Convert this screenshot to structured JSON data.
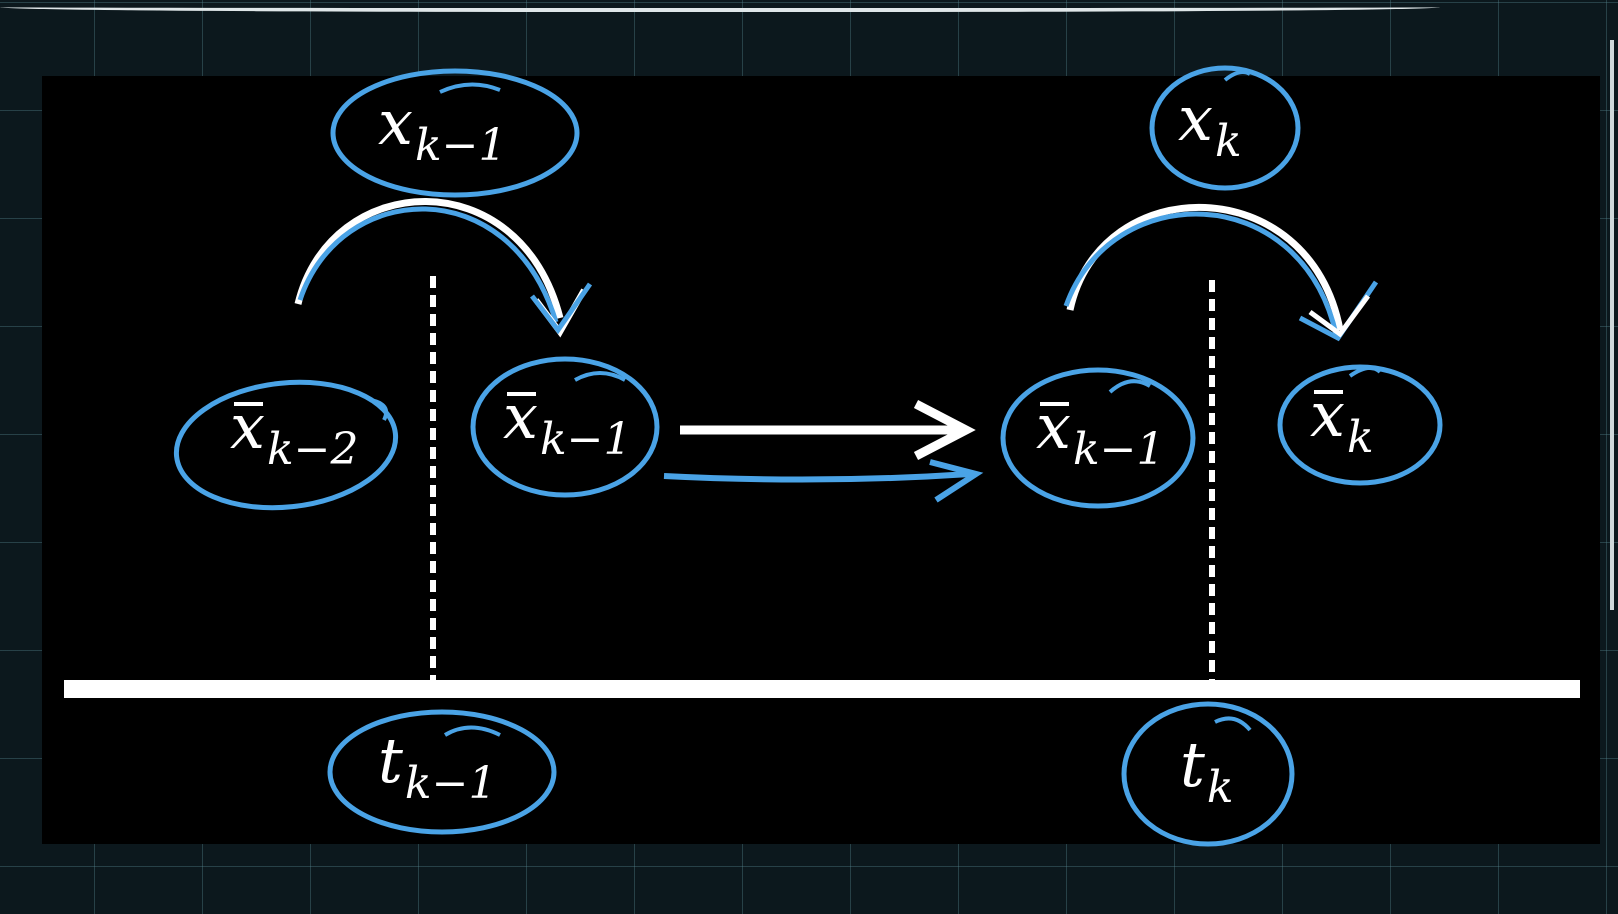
{
  "labels": {
    "x_k_minus_1": {
      "base": "x",
      "sub": "k−1"
    },
    "x_k": {
      "base": "x",
      "sub": "k"
    },
    "xbar_k_minus_2": {
      "base": "x",
      "sub": "k−2"
    },
    "xbar_k_minus_1_left": {
      "base": "x",
      "sub": "k−1"
    },
    "xbar_k_minus_1_right": {
      "base": "x",
      "sub": "k−1"
    },
    "xbar_k": {
      "base": "x",
      "sub": "k"
    },
    "t_k_minus_1": {
      "base": "t",
      "sub": "k−1"
    },
    "t_k": {
      "base": "t",
      "sub": "k"
    }
  },
  "colors": {
    "ink_blue": "#4aa3e6",
    "chalk_white": "#ffffff",
    "board_black": "#000000",
    "grid_line": "#3d6a72"
  }
}
